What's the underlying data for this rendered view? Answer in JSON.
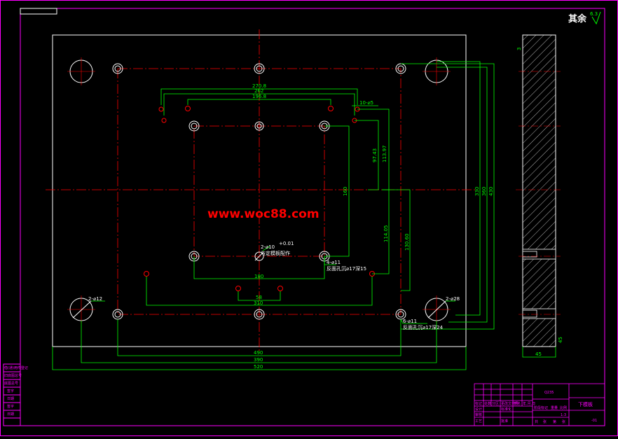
{
  "roughness": {
    "label": "其余",
    "value": "6.3"
  },
  "watermark": "www.woc88.com",
  "dimensions": {
    "d270": "270.8",
    "d262": "262",
    "d196": "196.8",
    "d10": "10-⌀5",
    "d97": "97.43",
    "d113": "113.97",
    "d160": "160",
    "d114": "114.05",
    "d130": "130.60",
    "d330": "330",
    "d360": "360",
    "d430": "430",
    "d180": "180",
    "d58": "58",
    "d310": "310",
    "d390": "390",
    "d490": "490",
    "d520": "520",
    "d2phi12": "2-⌀12",
    "d2phi28": "2-⌀28",
    "d4phi11": "4-⌀11",
    "d4note": "反面孔沉⌀17深15",
    "d6phi11": "6-⌀11",
    "d6note": "反面孔沉⌀17深24",
    "d2pin": "2-⌀10",
    "d2tol": "+0.01",
    "d2note": "与定模板配作",
    "side_top": "3",
    "side_bottom": "45",
    "side_width": "45"
  },
  "left_tab": [
    "借(通)用件登记",
    "旧底图总号",
    "底图总号",
    "签字",
    "日期",
    "签字",
    "日期"
  ],
  "title_block": {
    "material": "Q235",
    "part_name": "下模板",
    "drawing_no": "-01",
    "row1": [
      "标记",
      "处数",
      "分区",
      "更改文件号",
      "签名",
      "年.月.日"
    ],
    "row2": [
      "设计",
      "",
      "",
      "标准化",
      "",
      ""
    ],
    "row3": [
      "审核",
      "",
      "",
      "",
      "",
      ""
    ],
    "row4": [
      "工艺",
      "",
      "",
      "批准",
      "",
      ""
    ],
    "stage_row": [
      "阶段标记",
      "重量",
      "比例"
    ],
    "scale": "1:3",
    "sheet_row": [
      "共",
      "张",
      "第",
      "张"
    ]
  }
}
